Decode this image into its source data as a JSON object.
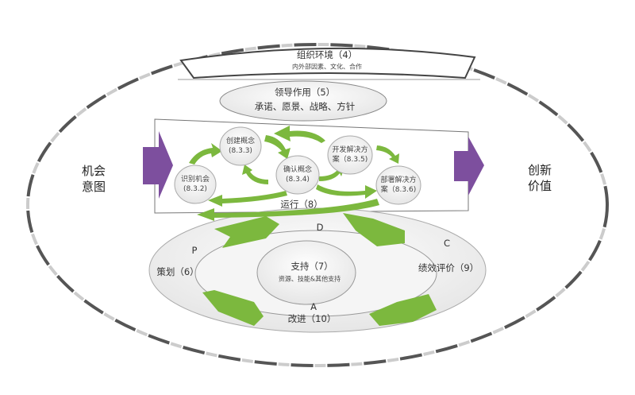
{
  "left_label": [
    "机会",
    "意图"
  ],
  "right_label": [
    "创新",
    "价值"
  ],
  "org_context": {
    "title": "组织环境（4）",
    "subtitle": "内外部因素、文化、合作"
  },
  "leadership": {
    "title": "领导作用（5）",
    "subtitle": "承诺、愿景、战略、方针"
  },
  "operation": "运行（8）",
  "process_nodes": [
    {
      "line1": "识别机会",
      "line2": "(8.3.2)"
    },
    {
      "line1": "创建概念",
      "line2": "(8.3.3)"
    },
    {
      "line1": "确认概念",
      "line2": "(8.3.4)"
    },
    {
      "line1": "开发解决方",
      "line2": "案（8.3.5)"
    },
    {
      "line1": "部署解决方",
      "line2": "案（8.3.6)"
    }
  ],
  "pdca": {
    "p": "P",
    "d": "D",
    "c": "C",
    "a": "A",
    "planning": "策划（6）",
    "evaluation": "绩效评价（9）",
    "improvement": "改进（10）"
  },
  "support": {
    "title": "支持（7）",
    "subtitle": "资源、技能&其他支持"
  },
  "colors": {
    "green": "#7cb83e",
    "purple": "#7d4f9e",
    "dash_dark": "#555555",
    "dash_light": "#cccccc"
  }
}
